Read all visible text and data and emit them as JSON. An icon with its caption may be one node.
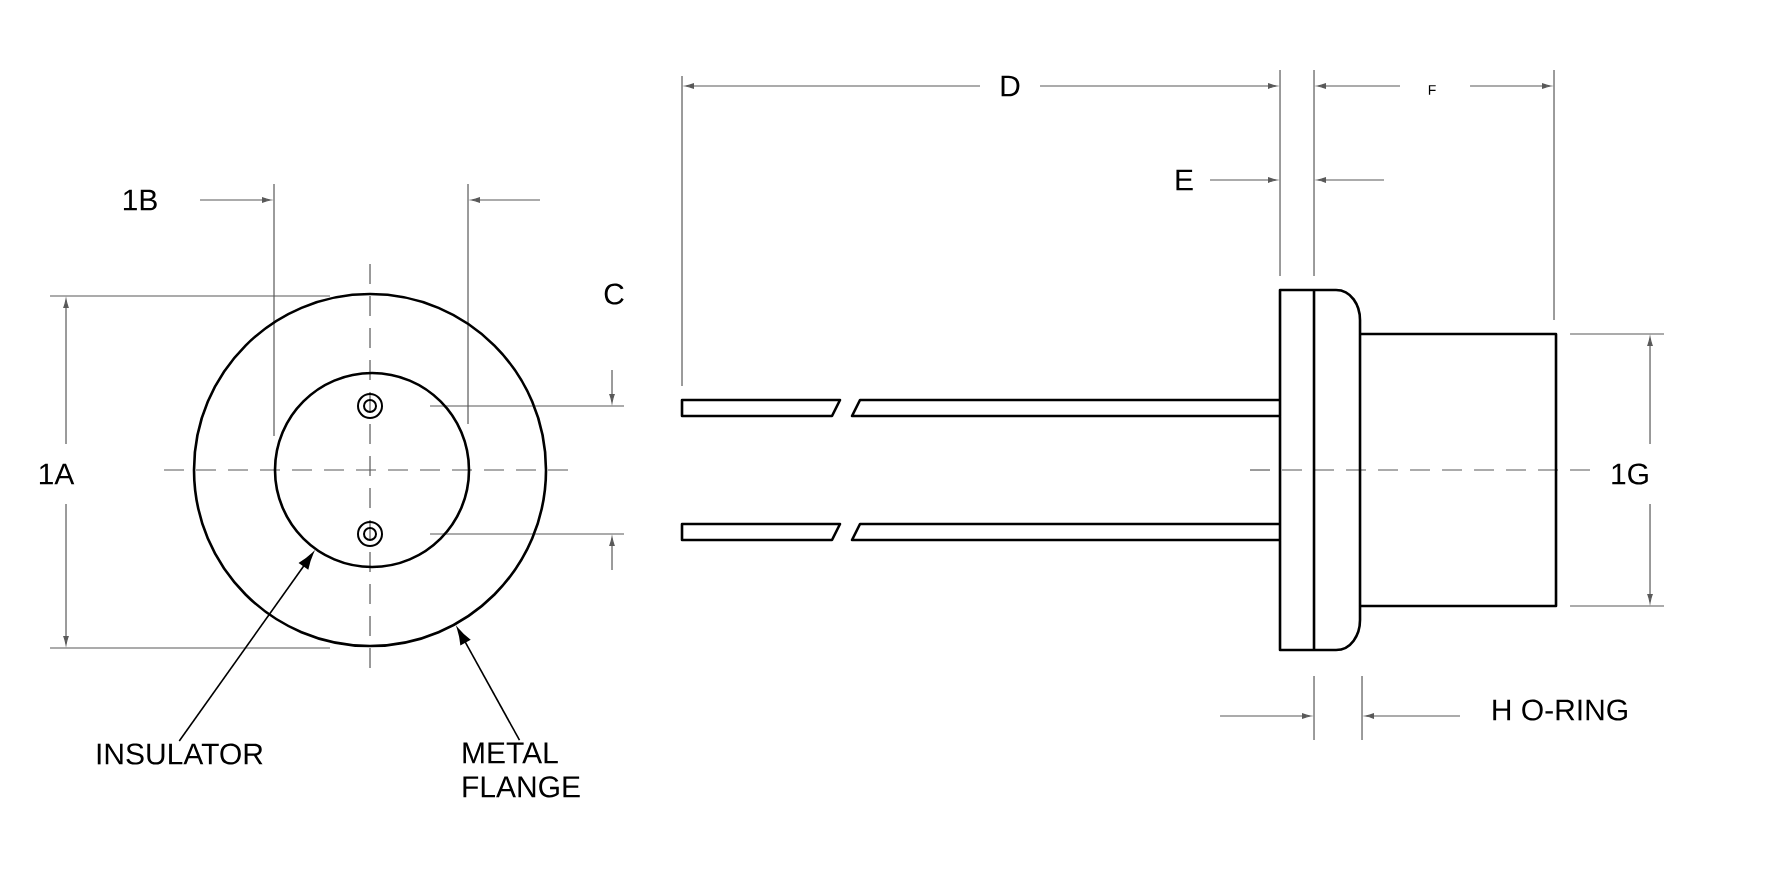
{
  "diagram": {
    "nodes": [
      {
        "text": [],
        "shape": "circle"
      },
      {
        "text": [],
        "shape": "circle",
        "in": 0
      },
      {
        "text": [
          "INSULATOR"
        ]
      },
      {
        "text": [
          "METAL FLANGE"
        ]
      }
    ],
    "edges": [
      {
        "from": 2,
        "to": 1,
        "arrow": "to"
      },
      {
        "from": 3,
        "to": 0,
        "arrow": "to"
      }
    ],
    "labels": [
      "D",
      "F",
      "1B",
      "E",
      "C",
      "1A",
      "1G",
      "H O-RING"
    ]
  }
}
